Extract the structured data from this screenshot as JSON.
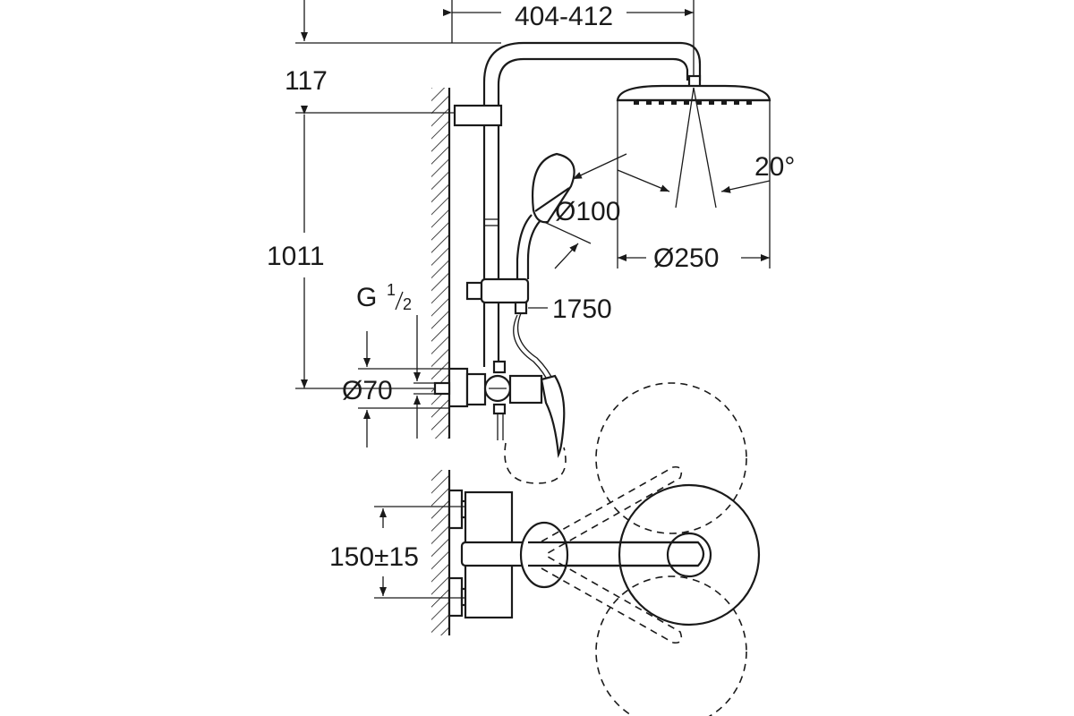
{
  "dimensions": {
    "top_width": "404-412",
    "arm_height": "117",
    "rail_height": "1011",
    "thread_label": "G",
    "thread_num": "1",
    "thread_den": "2",
    "rosette_diameter": "Ø70",
    "handshower_diameter": "Ø100",
    "headshower_diameter": "Ø250",
    "tilt_angle": "20°",
    "hose_length": "1750",
    "inlet_centers": "150±15"
  }
}
